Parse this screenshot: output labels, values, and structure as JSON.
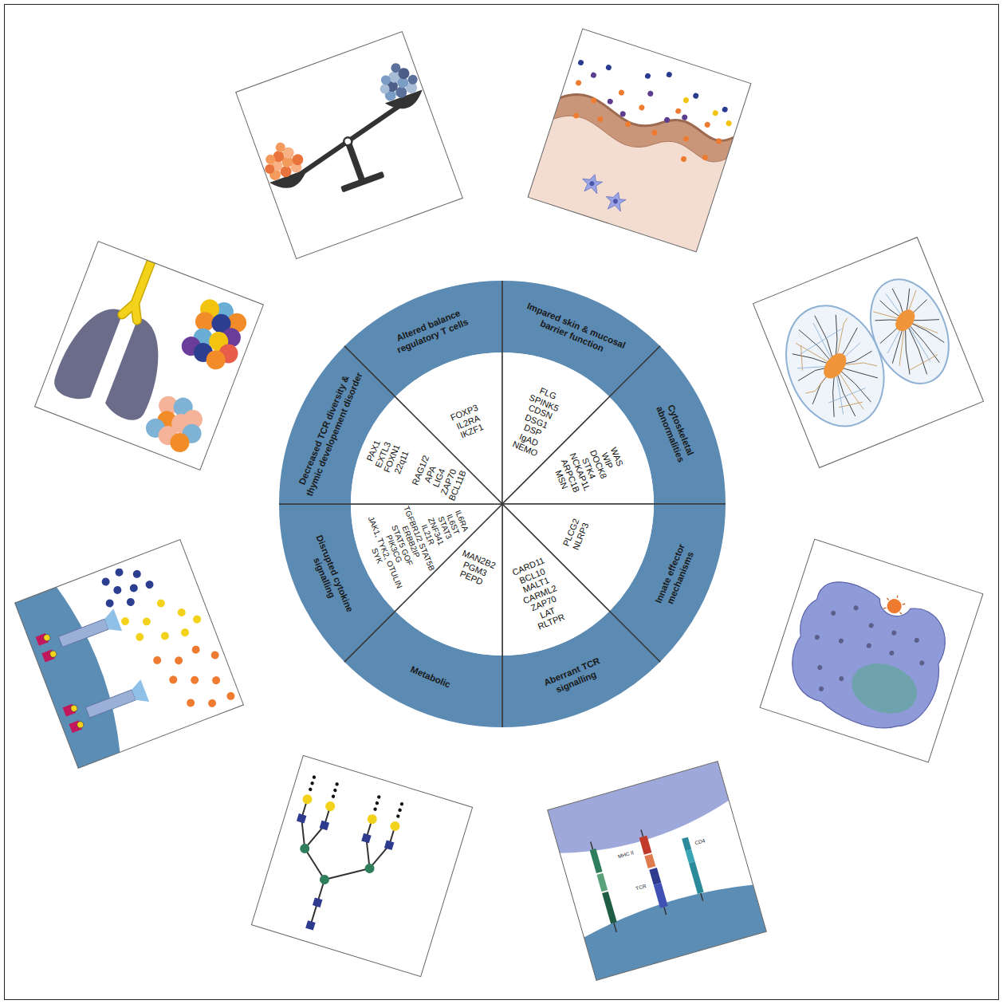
{
  "diagram": {
    "nodes": [
      {
        "text": [
          "Altered balance regulatory T cells",
          "FOXP3",
          "IL2RA",
          "IKZF1"
        ]
      },
      {
        "text": [
          "Impared skin & mucosal barrier function",
          "FLG",
          "SPINK5",
          "CDSN",
          "DSG1",
          "DSP",
          "IgAD",
          "NEMO"
        ]
      },
      {
        "text": [
          "Cytoskeletal abnormalities",
          "WAS",
          "WIP",
          "DOCK8",
          "STK4",
          "NCKAP1L",
          "ARPC1B",
          "MSN"
        ]
      },
      {
        "text": [
          "Innate effector mechanisms",
          "PLCG2",
          "NLRP3"
        ]
      },
      {
        "text": [
          "Aberrant TCR signalling",
          "CARD11",
          "BCL10",
          "MALT1",
          "CARML2",
          "ZAP70",
          "LAT",
          "RLTPR"
        ]
      },
      {
        "text": [
          "Metabolic",
          "MAN2B2",
          "PGM3",
          "PEPD"
        ]
      },
      {
        "text": [
          "Disrupted cytokine signalling",
          "IL6RA",
          "IL6ST",
          "STAT3",
          "ZNF341",
          "IL21R",
          "TGFBR1/2 STAT5B",
          "ERBB2IP",
          "STAT5 GOF",
          "PIK3CG",
          "JAK1, TYK2, OTULIN",
          "SYK"
        ]
      },
      {
        "text": [
          "Decreased TCR diversity & thymic developement disorder",
          "PAX1",
          "EXTL3",
          "FOXN1",
          "22q11",
          "RAG1/2",
          "APA",
          "LIG4",
          "ZAP70",
          "BCL11B"
        ]
      }
    ],
    "labels": [
      "MHC II",
      "TCR",
      "CD4"
    ]
  }
}
